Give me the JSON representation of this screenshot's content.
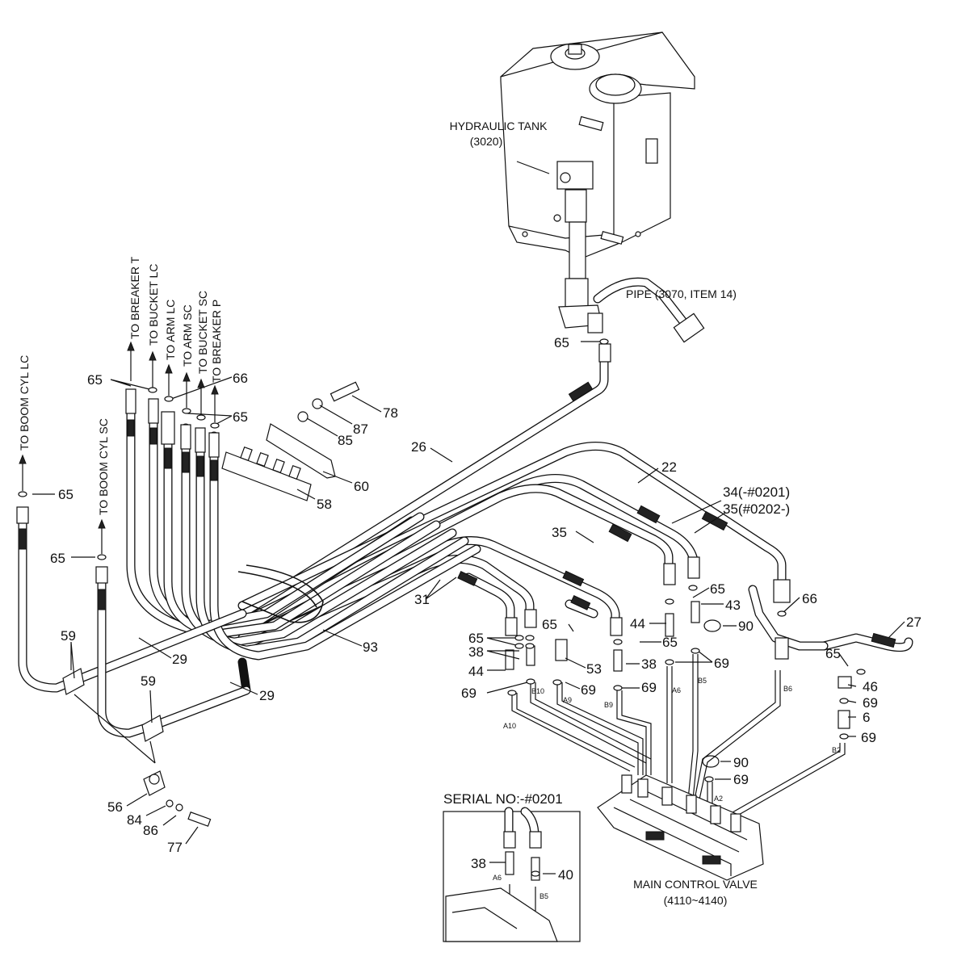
{
  "components": {
    "tank_name": "HYDRAULIC TANK",
    "tank_ref": "(3020)",
    "pipe": "PIPE (3070, ITEM 14)",
    "mcv_name": "MAIN CONTROL VALVE",
    "mcv_ref": "(4110~4140)",
    "serial_title": "SERIAL NO:-#0201"
  },
  "destinations": {
    "breaker_t": "TO BREAKER T",
    "bucket_lc": "TO BUCKET LC",
    "arm_lc": "TO ARM LC",
    "arm_sc": "TO ARM SC",
    "bucket_sc": "TO BUCKET SC",
    "breaker_p": "TO BREAKER P",
    "boom_cyl_lc": "TO BOOM CYL LC",
    "boom_cyl_sc": "TO BOOM CYL SC"
  },
  "callouts": {
    "p65_tank": "65",
    "p65_top": "65",
    "p66_top": "66",
    "p65_topr": "65",
    "p78": "78",
    "p87": "87",
    "p85": "85",
    "p60": "60",
    "p58": "58",
    "p26": "26",
    "p22": "22",
    "p34": "34(-#0201)",
    "p35b": "35(#0202-)",
    "p35": "35",
    "p65_boomlc": "65",
    "p65_boomsc": "65",
    "p59a": "59",
    "p29a": "29",
    "p59b": "59",
    "p29b": "29",
    "p31": "31",
    "p93": "93",
    "p56": "56",
    "p84": "84",
    "p86": "86",
    "p77": "77",
    "p65_a": "65",
    "p38_a": "38",
    "p44_a": "44",
    "p69_a": "69",
    "p65_b": "65",
    "p53": "53",
    "p69_b": "69",
    "p44_b": "44",
    "p65_c": "65",
    "p38_c": "38",
    "p69_c": "69",
    "p65_d": "65",
    "p43": "43",
    "p90_a": "90",
    "p69_d": "69",
    "p66_r": "66",
    "p27": "27",
    "p65_r": "65",
    "p46": "46",
    "p69_r1": "69",
    "p6": "6",
    "p69_r2": "69",
    "p90_b": "90",
    "p69_e": "69",
    "p38_inset": "38",
    "p40_inset": "40"
  },
  "ports": {
    "b10": "B10",
    "a10": "A10",
    "a9": "A9",
    "b9": "B9",
    "a6": "A6",
    "b5": "B5",
    "b6": "B6",
    "b2": "B2",
    "a2": "A2",
    "a6_inset": "A6",
    "b5_inset": "B5"
  }
}
